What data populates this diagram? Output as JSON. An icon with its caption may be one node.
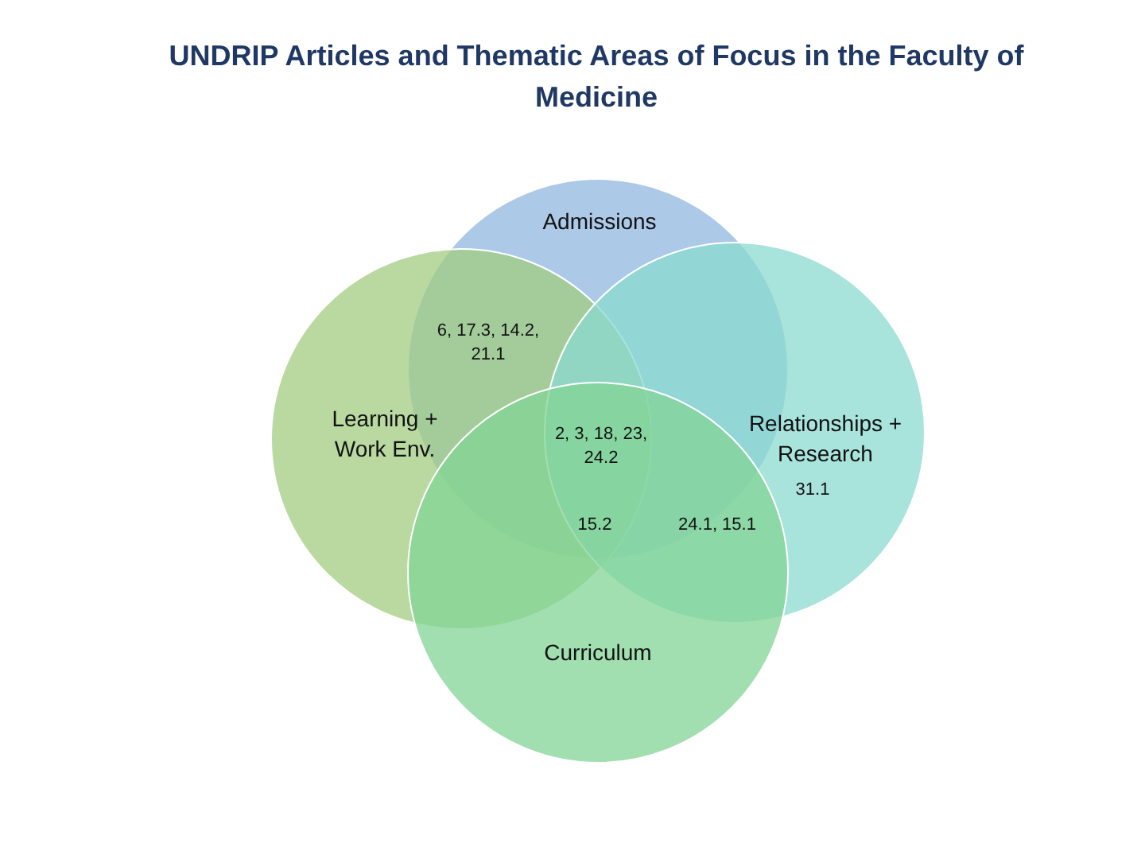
{
  "diagram": {
    "title": "UNDRIP Articles and Thematic Areas of Focus in the Faculty of Medicine",
    "nodes": [
      {
        "text": [
          "Admissions"
        ]
      },
      {
        "text": [
          "Learning + Work Env."
        ]
      },
      {
        "text": [
          "Relationships + Research",
          "31.1"
        ]
      },
      {
        "text": [
          "Curriculum"
        ]
      }
    ],
    "labels": [
      "6, 17.3, 14.2, 21.1",
      "2, 3, 18, 23, 24.2",
      "15.2",
      "24.1, 15.1"
    ]
  }
}
